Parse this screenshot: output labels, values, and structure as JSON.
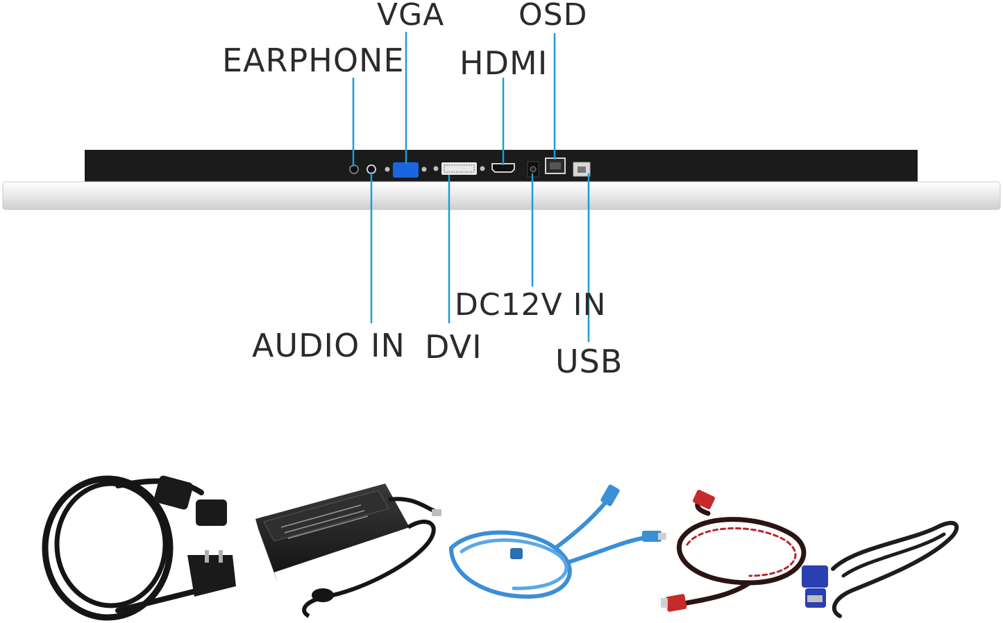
{
  "labels": {
    "vga": "VGA",
    "osd": "OSD",
    "earphone": "EARPHONE",
    "hdmi": "HDMI",
    "dc12v": "DC12V IN",
    "audio_in": "AUDIO IN",
    "dvi": "DVI",
    "usb": "USB"
  },
  "colors": {
    "leader_line": "#1e9bd7",
    "vga_port": "#1a66e0",
    "panel_back": "#1b1b1b",
    "bezel": "#e6e6e6",
    "label_text": "#2b2b2b",
    "usb_cable": "#3a8fd6",
    "hdmi_cable": "#b8262b",
    "vga_connector": "#2a3fb0"
  },
  "accessories": [
    {
      "icon": "power-cord-icon"
    },
    {
      "icon": "power-adapter-icon"
    },
    {
      "icon": "usb-cable-icon"
    },
    {
      "icon": "hdmi-cable-icon"
    },
    {
      "icon": "vga-cable-icon"
    }
  ]
}
